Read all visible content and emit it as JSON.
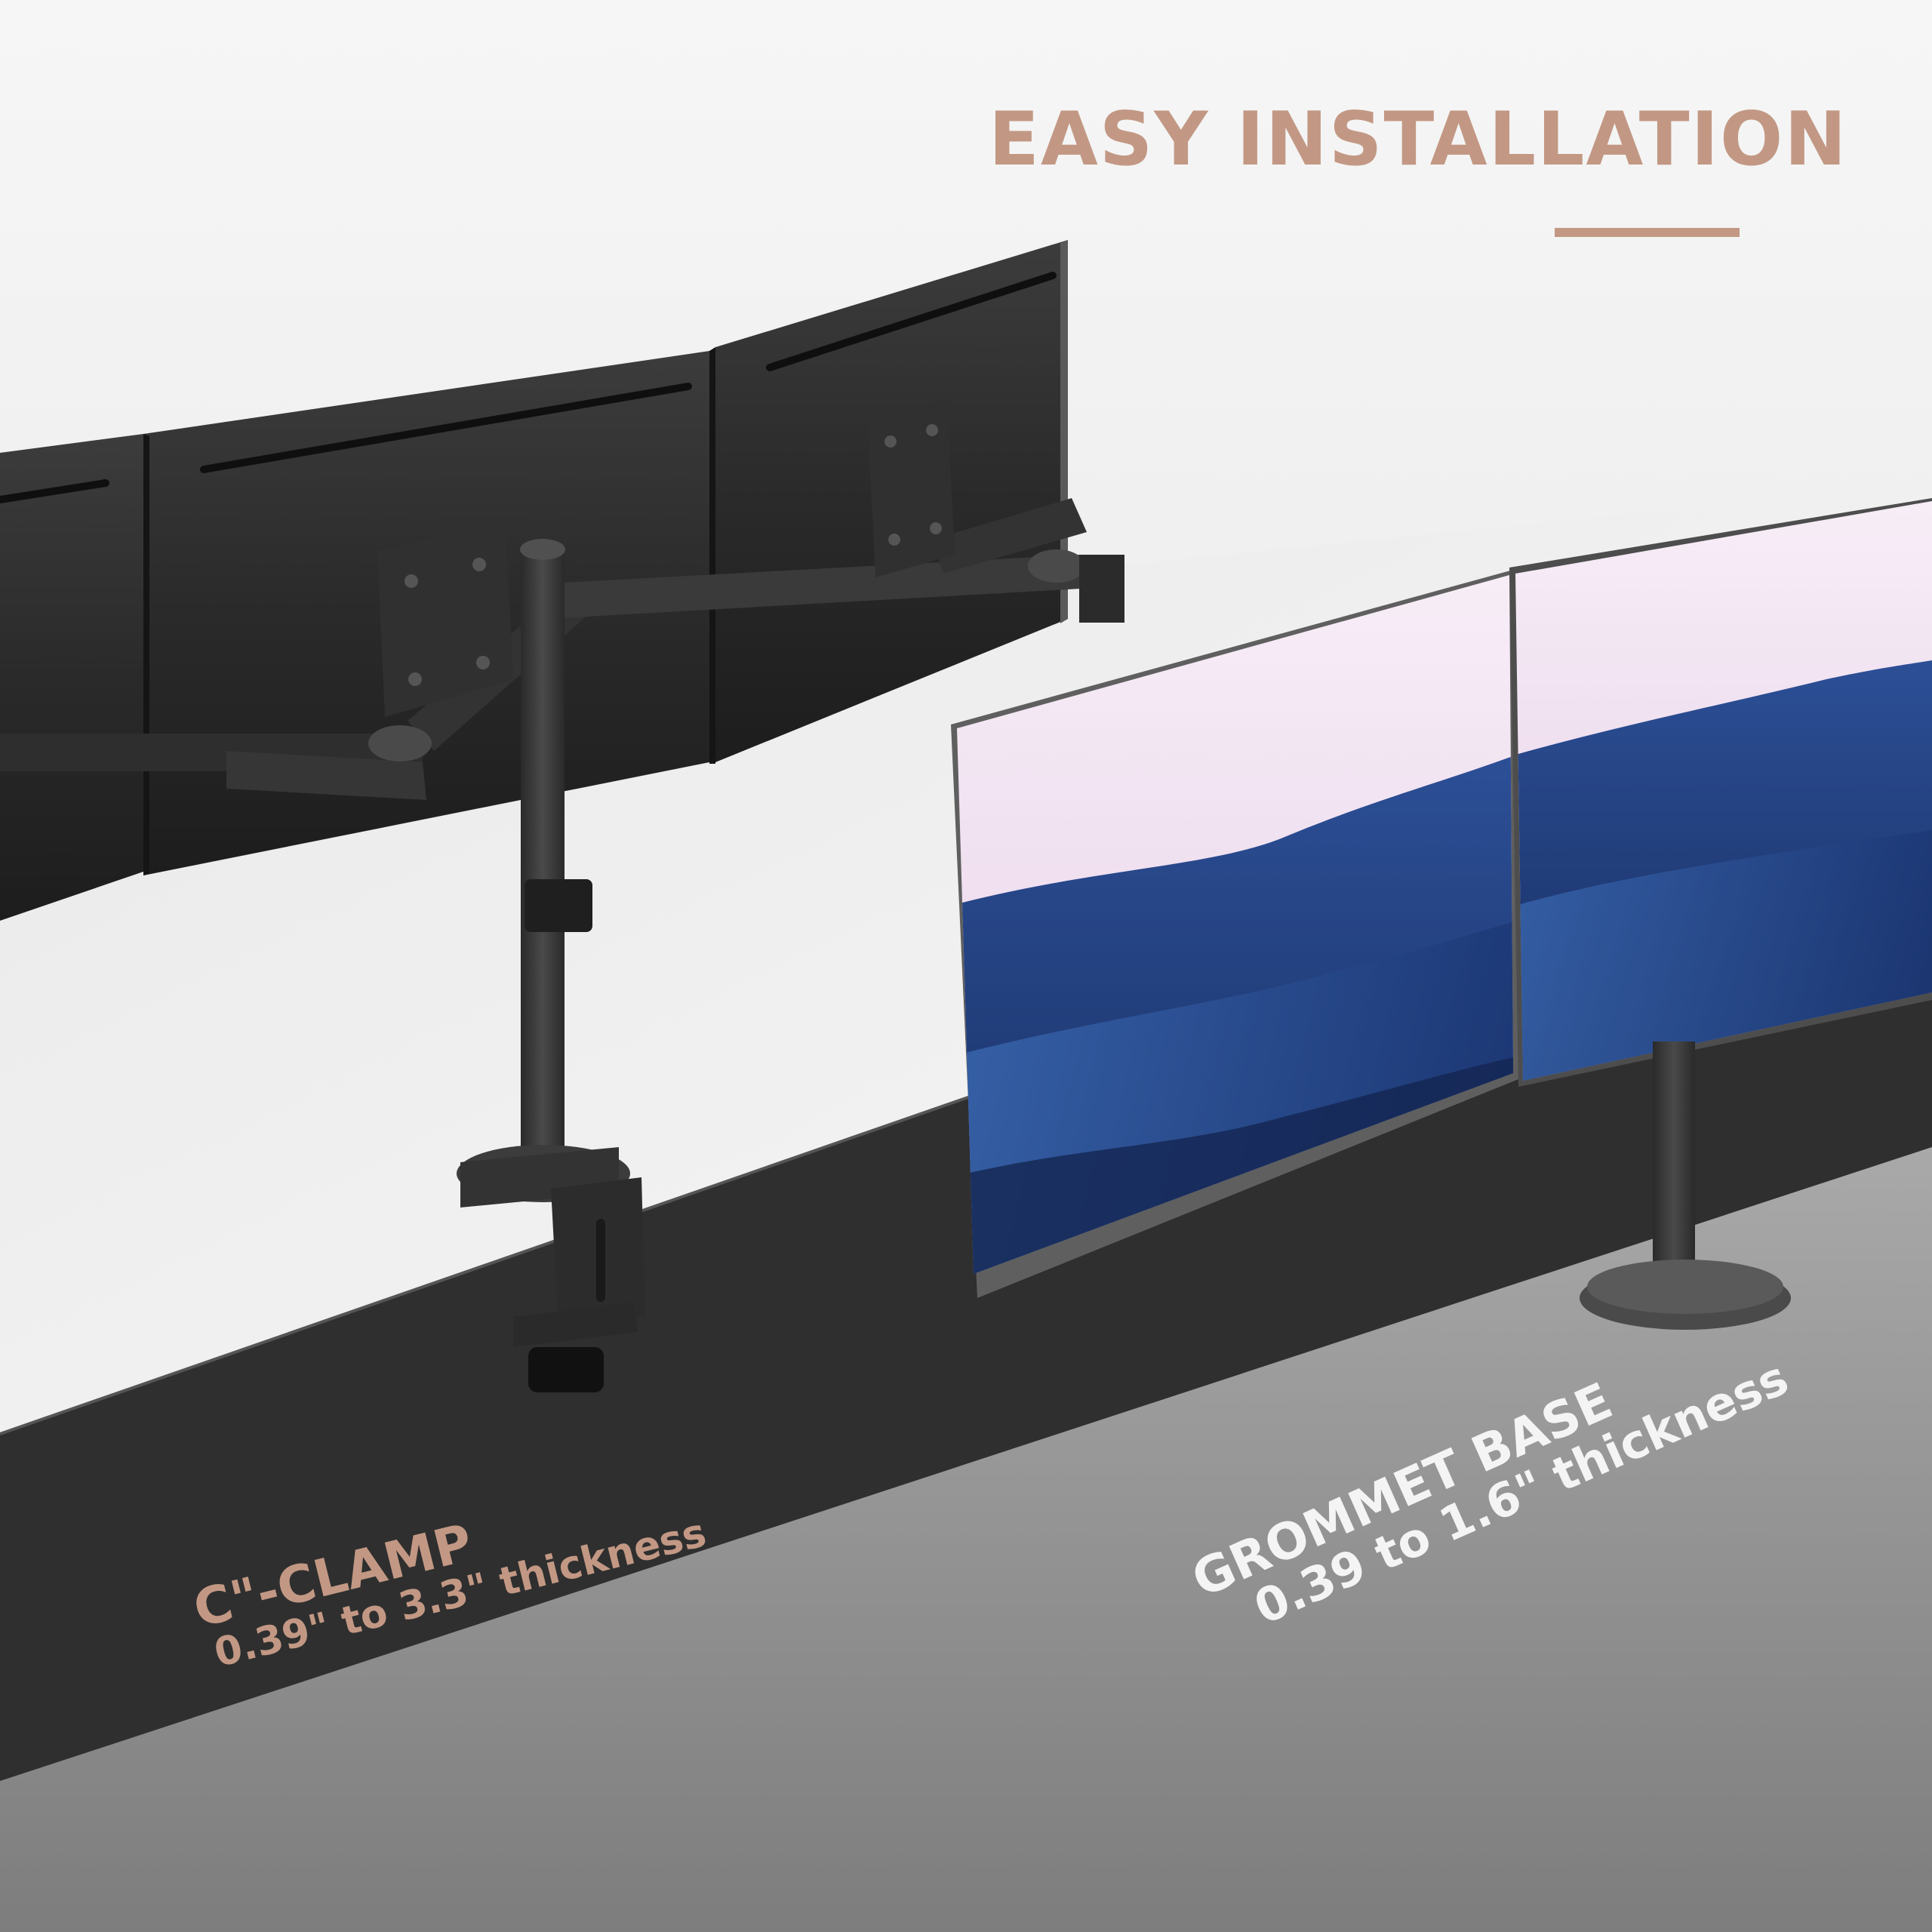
{
  "heading": {
    "title": "EASY INSTALLATION",
    "accent_color": "#c29884"
  },
  "clamp_callout": {
    "name": "C\"-CLAMP",
    "spec": "0.39\" to 3.3\" thickness",
    "color": "#c29884"
  },
  "grommet_callout": {
    "name": "GROMMET BASE",
    "spec": "0.39 to 1.6\" thickness",
    "color": "#f4f4f4"
  },
  "scene": {
    "background": "#ededed",
    "desk_top": "#f2f2f2",
    "desk_edge": "#2f2f2f",
    "floor": "#8f8f8f",
    "hardware": "#3a3a3a",
    "screen_sky": "#f1dff0",
    "screen_wave": "#1e3a78"
  }
}
